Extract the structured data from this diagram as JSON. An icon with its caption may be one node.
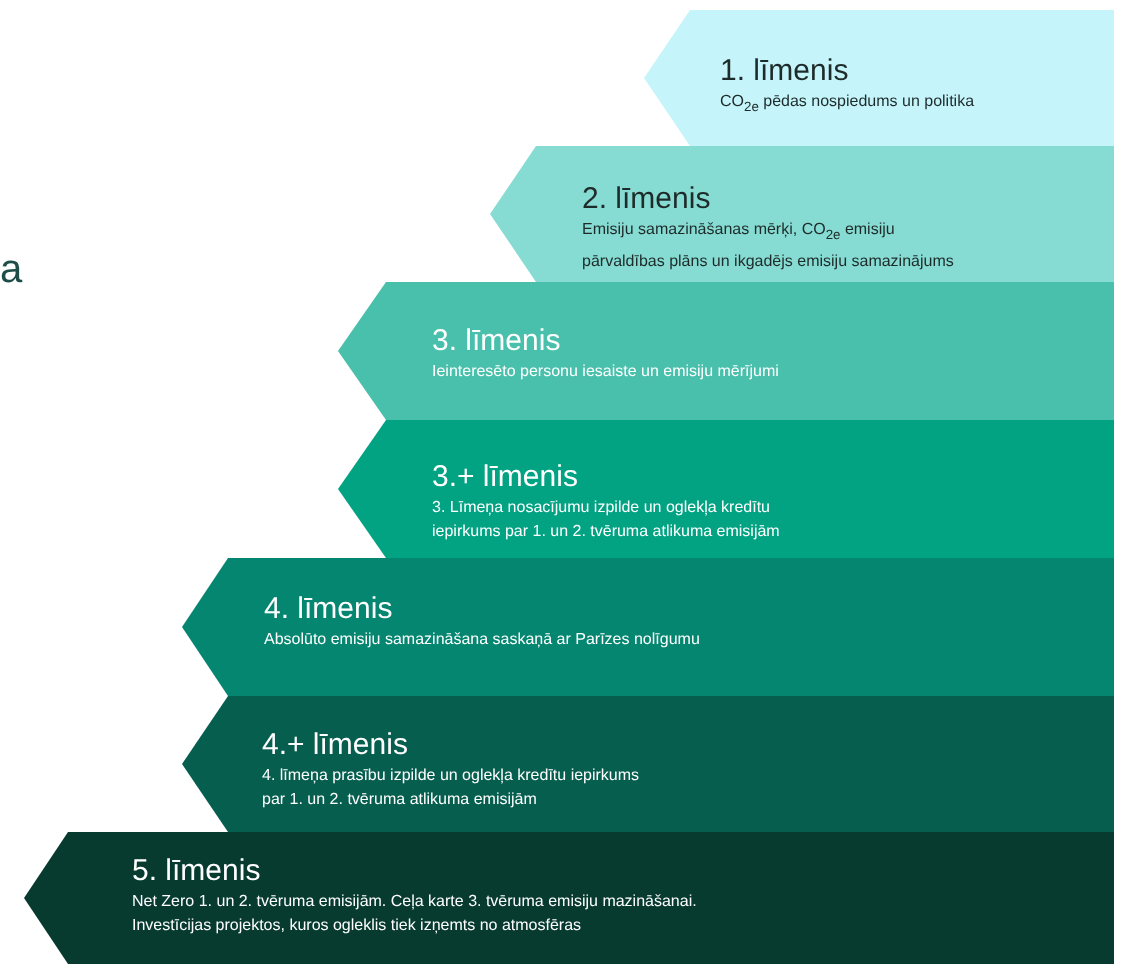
{
  "diagram": {
    "nodes": [
      {
        "text": [
          "1. līmenis",
          "CO$_{2e}$ pēdas nospiedums un politika"
        ]
      },
      {
        "text": [
          "2. līmenis",
          "Emisiju samazināšanas mērķi, CO$_{2e}$ emisiju pārvaldības plāns un ikgadējs emisiju samazinājums"
        ]
      },
      {
        "text": [
          "3. līmenis",
          "Ieinteresēto personu iesaiste un emisiju mērījumi"
        ]
      },
      {
        "text": [
          "3.+ līmenis",
          "3. Līmeņa nosacījumu izpilde un oglekļa kredītu iepirkums par 1. un 2. tvēruma atlikuma emisijām"
        ]
      },
      {
        "text": [
          "4. līmenis",
          "Absolūto emisiju samazināšana saskaņā ar Parīzes nolīgumu"
        ]
      },
      {
        "text": [
          "4.+ līmenis",
          "4. līmeņa prasību izpilde un oglekļa kredītu iepirkums par 1. un 2. tvēruma atlikuma emisijām"
        ]
      },
      {
        "text": [
          "5. līmenis",
          "Net Zero 1. un 2. tvēruma emisijām. Ceļa karte 3. tvēruma emisiju mazināšanai. Investīcijas projektos, kuros ogleklis tiek izņemts no atmosfēras"
        ]
      }
    ],
    "labels": [
      "a"
    ]
  }
}
